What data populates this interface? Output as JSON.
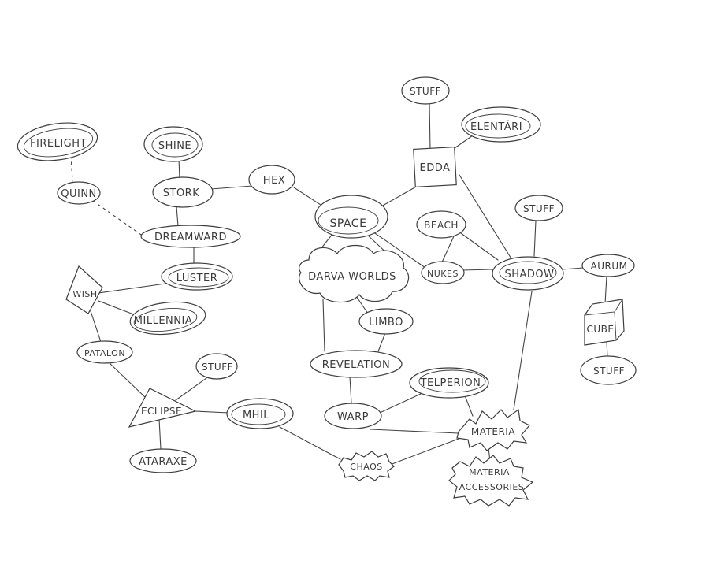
{
  "labels": {
    "firelight": "FIRELIGHT",
    "quinn": "QUINN",
    "shine": "SHINE",
    "stork": "STORK",
    "hex": "HEX",
    "dreamward": "DREAMWARD",
    "luster": "LUSTER",
    "wish": "WISH",
    "millennia": "MILLENNIA",
    "patalon": "PATALON",
    "eclipse": "ECLIPSE",
    "stuff_eclipse": "STUFF",
    "ataraxe": "ATARAXE",
    "mhil": "MHIL",
    "chaos": "CHAOS",
    "space": "SPACE",
    "darva_worlds": "DARVA WORLDS",
    "limbo": "LIMBO",
    "revelation": "REVELATION",
    "warp": "WARP",
    "telperion": "TELPERION",
    "materia": "MATERIA",
    "materia_accessories_1": "MATERIA",
    "materia_accessories_2": "ACCESSORIES",
    "stuff_edda": "STUFF",
    "edda": "EDDA",
    "elentari": "ELENTÁRI",
    "beach": "BEACH",
    "nukes": "NUKES",
    "shadow": "SHADOW",
    "stuff_shadow": "STUFF",
    "aurum": "AURUM",
    "cube": "CUBE",
    "stuff_cube": "STUFF"
  }
}
